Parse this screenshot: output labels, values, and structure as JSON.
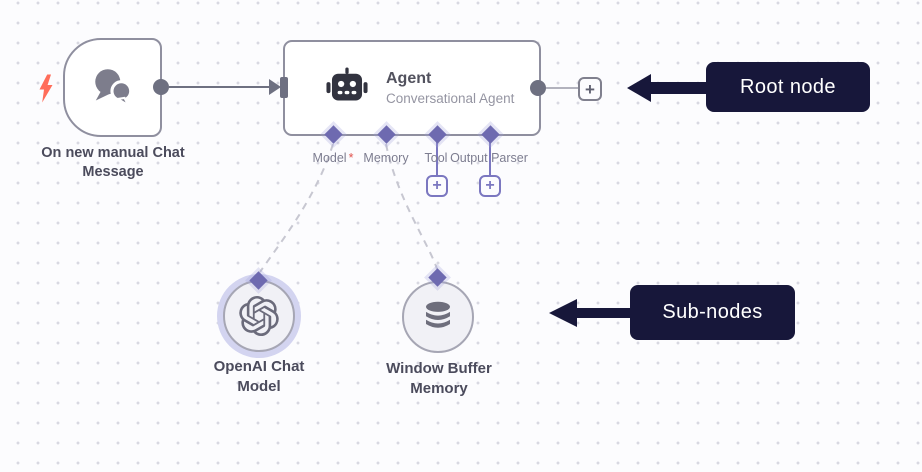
{
  "ui": {
    "plus": "+"
  },
  "trigger_node": {
    "label": "On new manual Chat Message",
    "icon": "chat-bubbles",
    "accent_icon": "lightning-bolt"
  },
  "agent_node": {
    "title": "Agent",
    "subtitle": "Conversational Agent",
    "icon": "robot",
    "connectors": [
      {
        "label": "Model",
        "required_marker": "*"
      },
      {
        "label": "Memory"
      },
      {
        "label": "Tool"
      },
      {
        "label": "Output Parser"
      }
    ]
  },
  "sub_nodes": [
    {
      "label": "OpenAI Chat Model",
      "icon": "openai-logo"
    },
    {
      "label": "Window Buffer Memory",
      "icon": "database"
    }
  ],
  "annotations": {
    "root_node": {
      "label": "Root node"
    },
    "sub_nodes": {
      "label": "Sub-nodes"
    }
  },
  "colors": {
    "canvas_bg": "#fcfcfe",
    "grid_dot": "#d8d8e1",
    "node_border": "#8f8f9f",
    "wire_gray": "#6e7081",
    "connector_purple": "#6e6ab0",
    "purple_outline": "#7b77c0",
    "annotation_bg": "#17173a",
    "trigger_accent": "#ff6d5a",
    "required_red": "#e0524d"
  }
}
